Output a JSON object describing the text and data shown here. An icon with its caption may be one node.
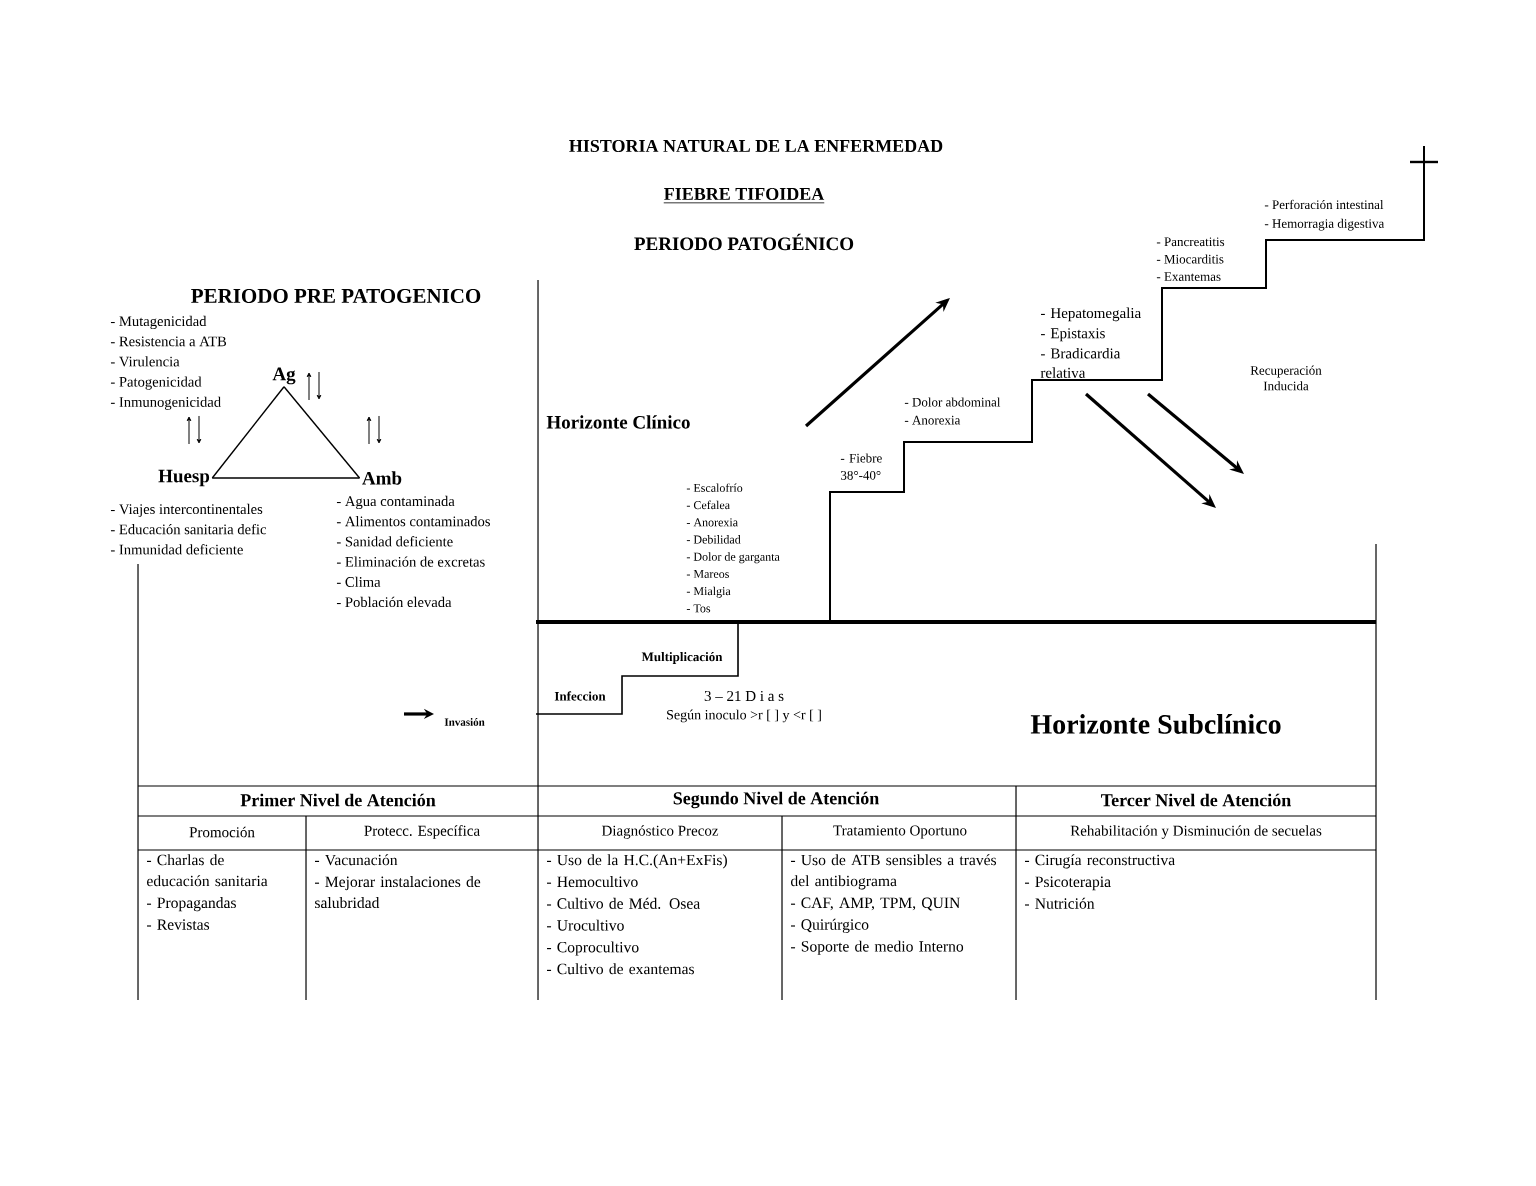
{
  "diagram": {
    "title": "HISTORIA NATURAL DE LA ENFERMEDAD",
    "nodes": [
      {
        "text": [
          "Ag"
        ]
      },
      {
        "text": [
          "Huesp"
        ]
      },
      {
        "text": [
          "Amb"
        ]
      }
    ],
    "edges": [
      {
        "from": 0,
        "to": 1,
        "arrow": "none"
      },
      {
        "from": 1,
        "to": 2,
        "arrow": "none"
      },
      {
        "from": 2,
        "to": 0,
        "arrow": "none"
      }
    ],
    "labels": [
      "FIEBRE TIFOIDEA",
      "PERIODO PATOGÉNICO",
      "PERIODO PRE PATOGENICO",
      "- Mutagenicidad",
      "- Resistencia a ATB",
      "- Virulencia",
      "- Patogenicidad",
      "- Inmunogenicidad",
      "- Viajes intercontinentales",
      "- Educación sanitaria defic",
      "- Inmunidad deficiente",
      "- Agua contaminada",
      "- Alimentos contaminados",
      "- Sanidad deficiente",
      "- Eliminación de excretas",
      "- Clima",
      "- Población elevada",
      "Horizonte Clínico",
      "- Escalofrío",
      "- Cefalea",
      "- Anorexia",
      "- Debilidad",
      "- Dolor de garganta",
      "- Mareos",
      "- Mialgia",
      "- Tos",
      "- Fiebre 38°-40°",
      "- Dolor abdominal",
      "- Anorexia",
      "- Hepatomegalia",
      "- Epistaxis",
      "- Bradicardia relativa",
      "- Pancreatitis",
      "- Miocarditis",
      "- Exantemas",
      "- Perforación intestinal",
      "- Hemorragia digestiva",
      "Recuperación Inducida",
      "Multiplicación",
      "Infeccion",
      "3 – 21 D i a s",
      "Según inoculo >r [ ] y <r [ ]",
      "Invasión",
      "Horizonte Subclínico",
      "Primer Nivel de Atención",
      "Segundo Nivel de Atención",
      "Tercer Nivel de Atención",
      "Promoción",
      "Protecc. Específica",
      "Diagnóstico Precoz",
      "Tratamiento Oportuno",
      "Rehabilitación y Disminución de secuelas",
      "- Charlas de educación sanitaria",
      "- Propagandas",
      "- Revistas",
      "- Vacunación",
      "- Mejorar instalaciones de salubridad",
      "- Uso de la H.C.(An+ExFis)",
      "- Hemocultivo",
      "- Cultivo de Méd. Osea",
      "- Urocultivo",
      "- Coprocultivo",
      "- Cultivo de exantemas",
      "- Uso de ATB sensibles a través del antibiograma",
      "- CAF, AMP, TPM, QUIN",
      "- Quirúrgico",
      "- Soporte de medio Interno",
      "- Cirugía reconstructiva",
      "- Psicoterapia",
      "- Nutrición"
    ]
  }
}
